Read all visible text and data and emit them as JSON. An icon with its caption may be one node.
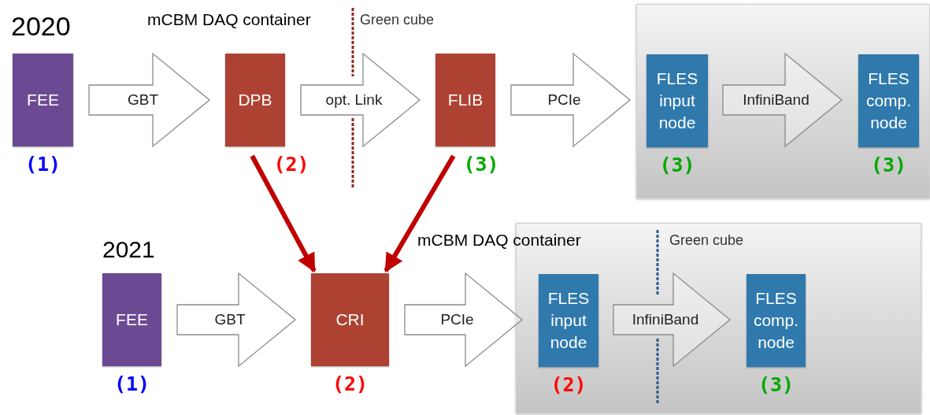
{
  "diagram": {
    "nodes": [
      {
        "text": [
          "FEE"
        ],
        "beside": [
          "(1)"
        ]
      },
      {
        "text": [
          "DPB"
        ],
        "beside": [
          "(2)"
        ]
      },
      {
        "text": [
          "FLIB"
        ],
        "beside": [
          "(3)"
        ]
      },
      {
        "text": [],
        "shape": "box"
      },
      {
        "text": [
          "FLES input node"
        ],
        "in": 3,
        "beside": [
          "(3)"
        ]
      },
      {
        "text": [
          "FLES comp. node"
        ],
        "in": 3,
        "beside": [
          "(3)"
        ]
      },
      {
        "text": [
          "FEE"
        ],
        "beside": [
          "(1)"
        ]
      },
      {
        "text": [
          "CRI"
        ],
        "beside": [
          "(2)"
        ]
      },
      {
        "text": [],
        "shape": "box"
      },
      {
        "text": [
          "FLES input node"
        ],
        "in": 8,
        "beside": [
          "(2)"
        ]
      },
      {
        "text": [
          "FLES comp. node"
        ],
        "in": 8,
        "beside": [
          "(3)"
        ]
      }
    ],
    "edges": [
      {
        "from": 0,
        "to": 1,
        "arrow": "to",
        "label": "GBT"
      },
      {
        "from": 1,
        "to": 2,
        "arrow": "to",
        "label": "opt. Link"
      },
      {
        "from": 2,
        "to": 4,
        "arrow": "to",
        "label": "PCIe"
      },
      {
        "from": 4,
        "to": 5,
        "arrow": "to",
        "label": "InfiniBand"
      },
      {
        "from": 6,
        "to": 7,
        "arrow": "to",
        "label": "GBT"
      },
      {
        "from": 7,
        "to": 9,
        "arrow": "to",
        "label": "PCIe"
      },
      {
        "from": 9,
        "to": 10,
        "arrow": "to",
        "label": "InfiniBand"
      },
      {
        "from": 1,
        "to": 7,
        "arrow": "to",
        "color": "#c00000"
      },
      {
        "from": 2,
        "to": 7,
        "arrow": "to",
        "color": "#c00000"
      }
    ],
    "labels": [
      "2020",
      "mCBM DAQ container",
      "Green cube",
      "2021",
      "mCBM DAQ container",
      "Green cube"
    ]
  }
}
